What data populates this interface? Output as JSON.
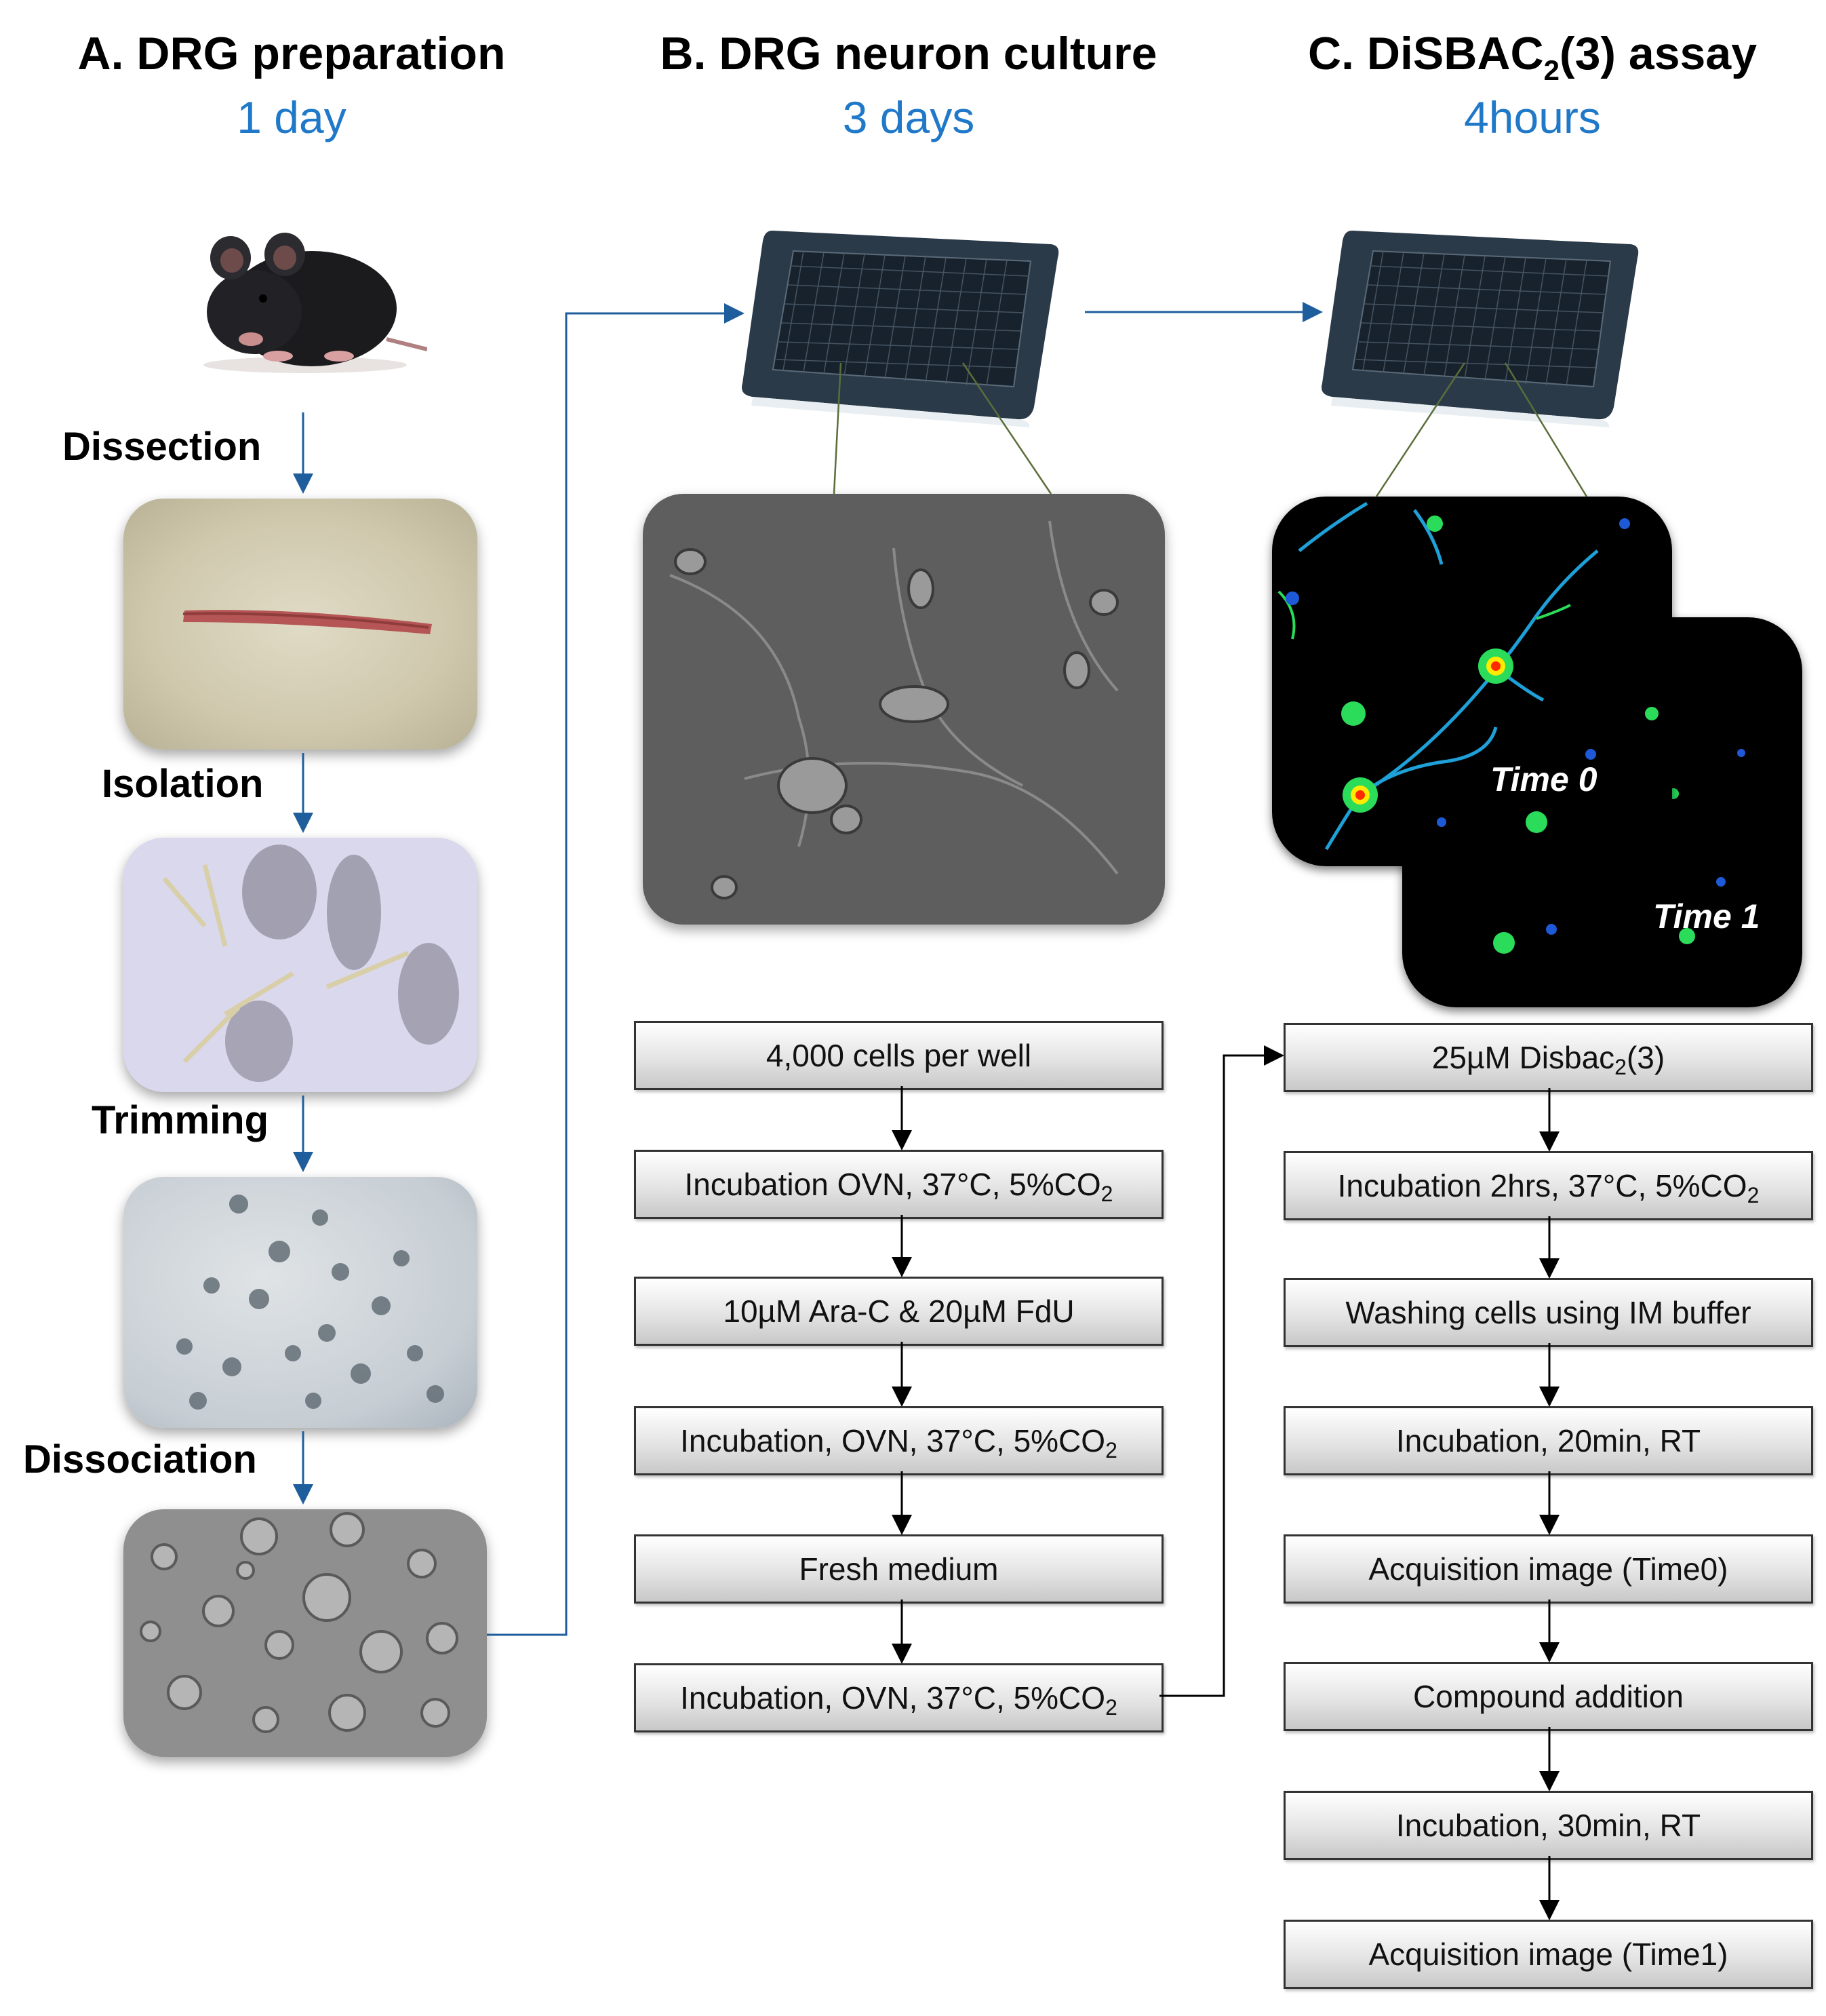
{
  "columns": {
    "a": {
      "title": "A. DRG preparation",
      "duration": "1 day"
    },
    "b": {
      "title": "B. DRG neuron culture",
      "duration": "3 days"
    },
    "c": {
      "title_prefix": "C. DiSBAC",
      "title_sub": "2",
      "title_suffix": "(3) assay",
      "duration": "4hours"
    }
  },
  "prep_steps": [
    "Dissection",
    "Isolation",
    "Trimming",
    "Dissociation"
  ],
  "culture_steps": [
    {
      "text": "4,000 cells per well",
      "sub": ""
    },
    {
      "text": "Incubation  OVN, 37°C, 5%CO",
      "sub": "2"
    },
    {
      "text": "10µM Ara-C & 20µM FdU",
      "sub": ""
    },
    {
      "text": "Incubation, OVN, 37°C, 5%CO",
      "sub": "2"
    },
    {
      "text": "Fresh medium",
      "sub": ""
    },
    {
      "text": "Incubation, OVN, 37°C, 5%CO",
      "sub": "2"
    }
  ],
  "assay_steps": [
    {
      "text": "25µM Disbac",
      "sub": "2",
      "after": "(3)"
    },
    {
      "text": "Incubation  2hrs, 37°C, 5%CO",
      "sub": "2",
      "after": ""
    },
    {
      "text": "Washing cells using IM buffer",
      "sub": "",
      "after": ""
    },
    {
      "text": "Incubation, 20min, RT",
      "sub": "",
      "after": ""
    },
    {
      "text": "Acquisition image (Time0)",
      "sub": "",
      "after": ""
    },
    {
      "text": "Compound  addition",
      "sub": "",
      "after": ""
    },
    {
      "text": "Incubation, 30min, RT",
      "sub": "",
      "after": ""
    },
    {
      "text": "Acquisition image (Time1)",
      "sub": "",
      "after": ""
    }
  ],
  "image_labels": {
    "time0": "Time 0",
    "time1": "Time 1"
  },
  "colors": {
    "duration_blue": "#1f78c8",
    "arrow_blue": "#1f5e9c",
    "arrow_black": "#000000",
    "plate": "#2a3a48",
    "zoom_line": "#5a6e3a"
  }
}
